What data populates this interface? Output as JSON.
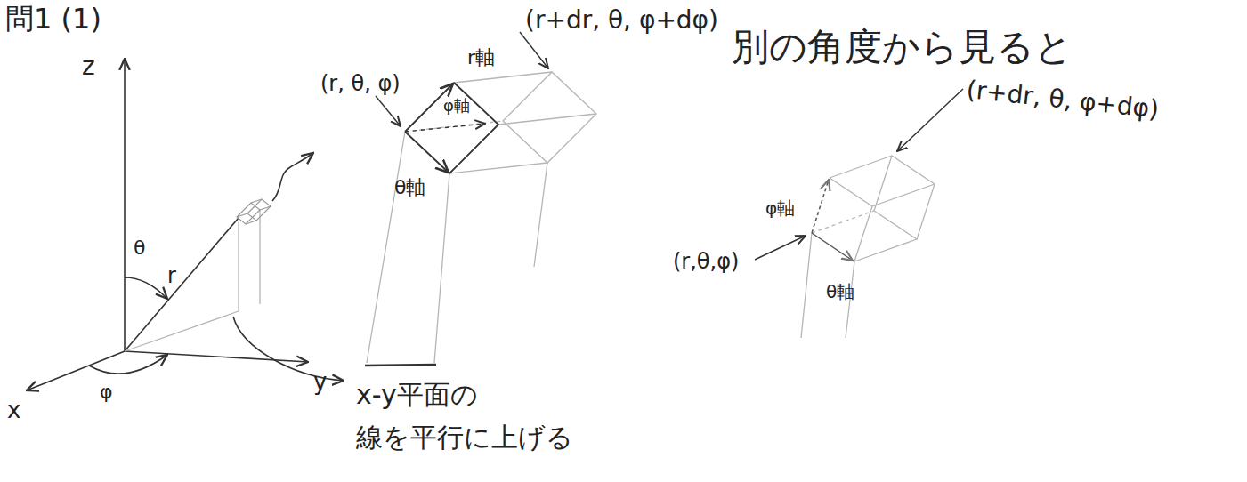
{
  "diagram": {
    "title": "問1 (1)",
    "labels": [
      "(r+dr, θ, φ+dφ)",
      "(r, θ, φ)",
      "r軸",
      "φ軸",
      "θ軸",
      "z",
      "θ",
      "r",
      "y",
      "φ",
      "x",
      "x-y平面の 線を平行に上げる",
      "別の角度から見ると",
      "(r+dr, θ, φ+dφ)",
      "φ軸",
      "(r,θ,φ)",
      "θ軸"
    ]
  }
}
